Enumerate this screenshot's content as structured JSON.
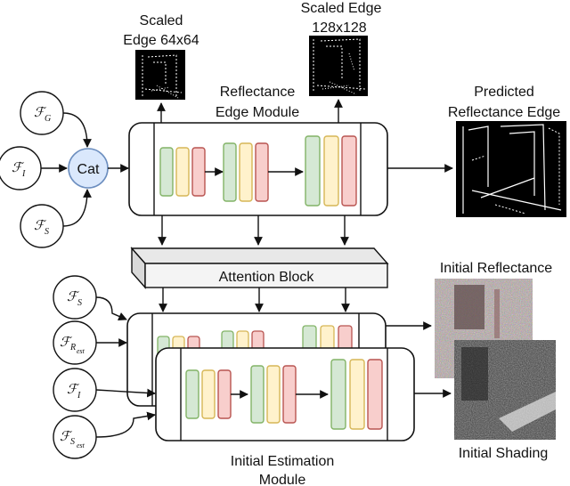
{
  "colors": {
    "block_green": "#d5e8d4",
    "block_green_stroke": "#82b366",
    "block_yellow": "#fff2cc",
    "block_yellow_stroke": "#d6b656",
    "block_red": "#f8cecc",
    "block_red_stroke": "#b85450",
    "cat_fill": "#dae8fc",
    "cat_stroke": "#6c8ebf",
    "attention_fill": "#f0f0f0"
  },
  "labels": {
    "scaled_edge_64_line1": "Scaled",
    "scaled_edge_64_line2": "Edge 64x64",
    "scaled_edge_128_line1": "Scaled Edge",
    "scaled_edge_128_line2": "128x128",
    "reflectance_module_line1": "Reflectance",
    "reflectance_module_line2": "Edge Module",
    "predicted_edge_line1": "Predicted",
    "predicted_edge_line2": "Reflectance Edge",
    "cat": "Cat",
    "attention_block": "Attention Block",
    "initial_reflectance": "Initial Reflectance",
    "initial_shading": "Initial Shading",
    "initial_estimation_line1": "Initial Estimation",
    "initial_estimation_line2": "Module"
  },
  "inputs_top": [
    {
      "symbol": "F",
      "sub": "G"
    },
    {
      "symbol": "F",
      "sub": "I"
    },
    {
      "symbol": "F",
      "sub": "S"
    }
  ],
  "inputs_bottom": [
    {
      "symbol": "F",
      "sub": "S",
      "subsub": ""
    },
    {
      "symbol": "F",
      "sub": "R",
      "subsub": "est"
    },
    {
      "symbol": "F",
      "sub": "I",
      "subsub": ""
    },
    {
      "symbol": "F",
      "sub": "S",
      "subsub": "est"
    }
  ]
}
